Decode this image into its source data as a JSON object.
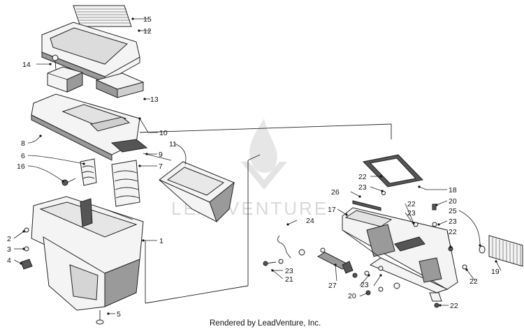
{
  "watermark": "LEADVENTURE",
  "caption": "Rendered by LeadVenture, Inc.",
  "callouts": {
    "c1": "1",
    "c2": "2",
    "c3": "3",
    "c4": "4",
    "c5": "5",
    "c6": "6",
    "c7": "7",
    "c8": "8",
    "c9": "9",
    "c10": "10",
    "c11": "11",
    "c12": "12",
    "c13": "13",
    "c14": "14",
    "c15": "15",
    "c16": "16",
    "c17": "17",
    "c18": "18",
    "c19": "19",
    "c20a": "20",
    "c20b": "20",
    "c21": "21",
    "c22a": "22",
    "c22b": "22",
    "c22c": "22",
    "c22d": "22",
    "c22e": "22",
    "c23a": "23",
    "c23b": "23",
    "c23c": "23",
    "c23d": "23",
    "c23e": "23",
    "c24": "24",
    "c25": "25",
    "c26": "26",
    "c27": "27"
  }
}
